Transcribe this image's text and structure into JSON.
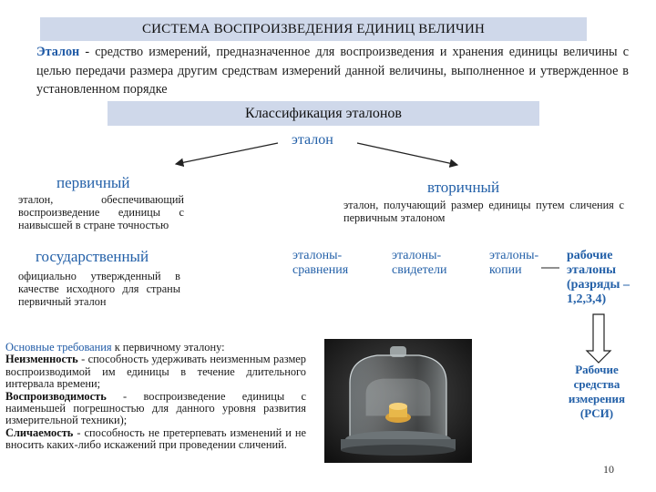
{
  "slide": {
    "title": "СИСТЕМА ВОСПРОИЗВЕДЕНИЯ ЕДИНИЦ ВЕЛИЧИН",
    "definition": {
      "term": "Эталон",
      "text": " - средство измерений, предназначенное для воспроизведения и хранения единицы величины с целью передачи размера другим средствам измерений данной величины, выполненное и утвержденное в установленном порядке"
    },
    "classification_header": "Классификация эталонов",
    "root": "эталон",
    "primary": {
      "heading": "первичный",
      "description": "эталон, обеспечивающий воспроизведение единицы с наивысшей в стране точностью"
    },
    "state": {
      "heading": "государственный",
      "description": "официально утвержденный в качестве исходного для страны первичный эталон"
    },
    "secondary": {
      "heading": "вторичный",
      "description": "эталон, получающий размер единицы путем сличения с первичным эталоном"
    },
    "secondary_kinds": [
      {
        "line1": "эталоны-",
        "line2": "сравнения"
      },
      {
        "line1": "эталоны-",
        "line2": "свидетели"
      },
      {
        "line1": "эталоны-",
        "line2": "копии"
      }
    ],
    "working_standards": {
      "line1": "рабочие",
      "line2": "эталоны",
      "line3": "(разряды –",
      "line4": "1,2,3,4)"
    },
    "requirements": {
      "intro_highlight": "Основные требования",
      "intro_rest": " к первичному эталону:",
      "items": [
        {
          "term": "Неизменность",
          "text": " - способность удерживать неизменным размер воспроизводимой им единицы в течение длительного интервала времени;"
        },
        {
          "term": "Воспроизводимость",
          "text": " - воспроизведение единицы с наименьшей погрешностью для данного уровня развития измерительной техники);"
        },
        {
          "term": "Сличаемость",
          "text": " - способность не претерпевать изменений и не вносить каких-либо искажений при проведении сличений."
        }
      ]
    },
    "rsi": {
      "line1": "Рабочие",
      "line2": "средства",
      "line3": "измерения",
      "line4": "(РСИ)"
    },
    "page_number": "10"
  },
  "colors": {
    "header_bar": "#cfd8ea",
    "accent_blue": "#2360a8",
    "text": "#1a1a1a"
  }
}
